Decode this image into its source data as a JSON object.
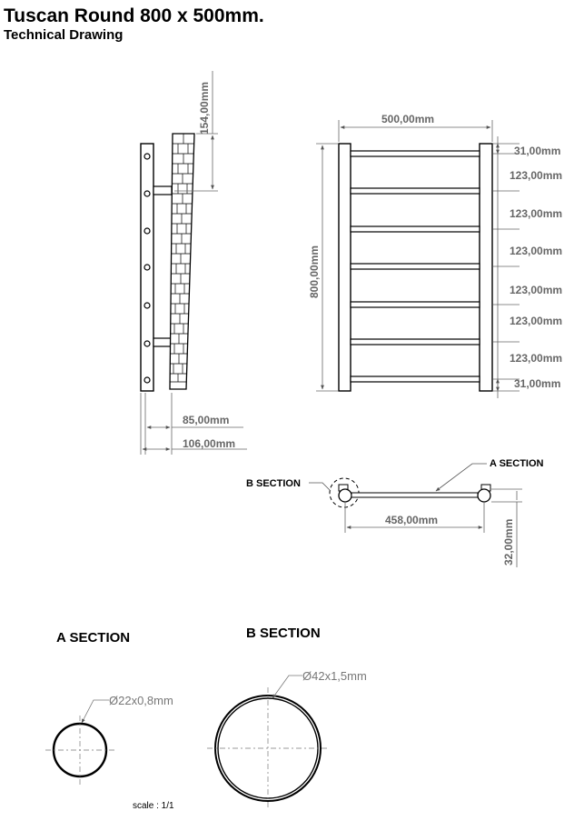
{
  "header": {
    "title": "Tuscan Round 800 x 500mm.",
    "subtitle": "Technical Drawing"
  },
  "side_view": {
    "dim_top_offset": "154,00mm",
    "dim_depth_inner": "85,00mm",
    "dim_depth_outer": "106,00mm"
  },
  "front_view": {
    "dim_width": "500,00mm",
    "dim_height": "800,00mm",
    "spacing_labels": [
      "31,00mm",
      "123,00mm",
      "123,00mm",
      "123,00mm",
      "123,00mm",
      "123,00mm",
      "123,00mm",
      "31,00mm"
    ]
  },
  "top_view": {
    "b_section_label": "B SECTION",
    "a_section_label": "A SECTION",
    "dim_center": "458,00mm",
    "dim_depth": "32,00mm"
  },
  "sections": {
    "a_title": "A SECTION",
    "b_title": "B SECTION",
    "a_size": "Ø22x0,8mm",
    "b_size": "Ø42x1,5mm"
  },
  "footer": {
    "scale": "scale : 1/1"
  },
  "colors": {
    "line": "#000000",
    "dimension": "#666666"
  }
}
